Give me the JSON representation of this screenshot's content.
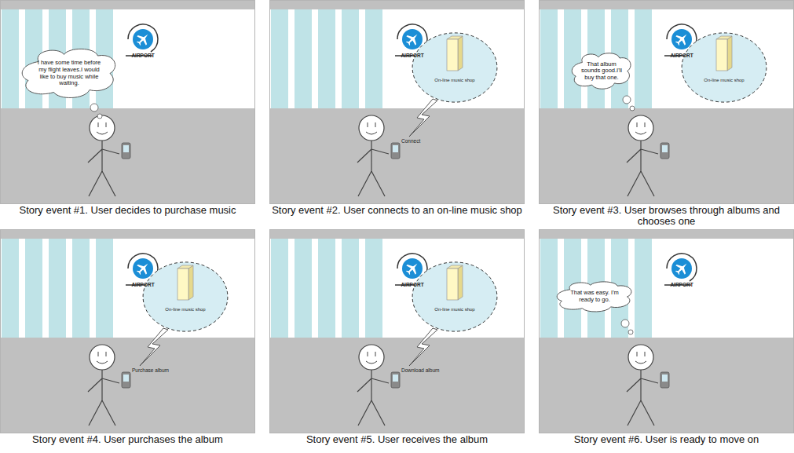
{
  "diagram": {
    "nodes": [
      {
        "text": [
          "Story event #1. User decides to purchase music"
        ]
      },
      {
        "text": [
          "I have some time before my flight leaves.I would like to buy music while waiting."
        ],
        "in": 0
      },
      {
        "text": [
          "Story event #2. User connects to an on-line music shop"
        ]
      },
      {
        "text": [
          "On-line music shop"
        ],
        "in": 2
      },
      {
        "text": [
          "Story event #3. User browses through albums and chooses one"
        ]
      },
      {
        "text": [
          "That album sounds good.I'll buy that one."
        ],
        "in": 4
      },
      {
        "text": [
          "On-line music shop"
        ],
        "in": 4
      },
      {
        "text": [
          "Story event #4. User purchases the album"
        ]
      },
      {
        "text": [
          "On-line music shop"
        ],
        "in": 7
      },
      {
        "text": [
          "Story event #5. User receives the album"
        ]
      },
      {
        "text": [
          "On-line music shop"
        ],
        "in": 9
      },
      {
        "text": [
          "Story event #6. User is ready to move on"
        ]
      },
      {
        "text": [
          "That was easy. I'm ready to go."
        ],
        "in": 11
      }
    ],
    "labels": [
      "AIRPORT",
      "AIRPORT",
      "Connect",
      "AIRPORT",
      "AIRPORT",
      "Purchase album",
      "AIRPORT",
      "Download album",
      "AIRPORT"
    ]
  }
}
